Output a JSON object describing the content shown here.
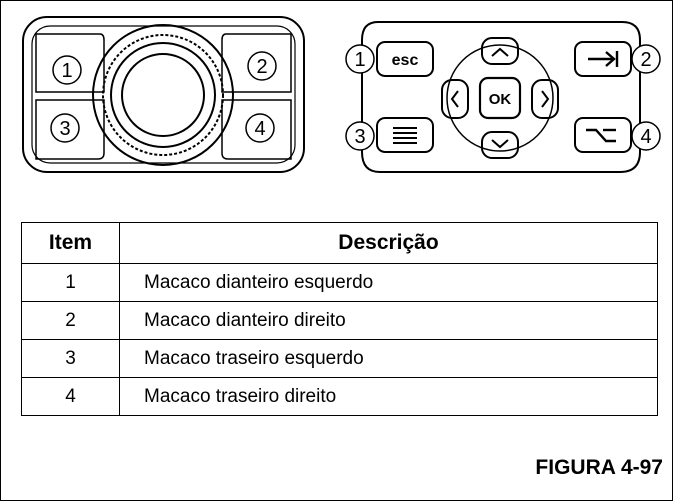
{
  "diagram": {
    "left_callouts": [
      "1",
      "2",
      "3",
      "4"
    ],
    "right_callouts": [
      "1",
      "2",
      "3",
      "4"
    ],
    "keys": {
      "esc": "esc",
      "ok": "OK"
    },
    "icons": {
      "up": "chevron-up-icon",
      "down": "chevron-down-icon",
      "left": "chevron-left-icon",
      "right": "chevron-right-icon",
      "menu": "menu-icon",
      "tab": "tab-arrow-icon",
      "option": "option-key-icon"
    }
  },
  "table": {
    "headers": {
      "item": "Item",
      "description": "Descrição"
    },
    "rows": [
      {
        "item": "1",
        "description": "Macaco dianteiro esquerdo"
      },
      {
        "item": "2",
        "description": "Macaco dianteiro direito"
      },
      {
        "item": "3",
        "description": "Macaco traseiro esquerdo"
      },
      {
        "item": "4",
        "description": "Macaco traseiro direito"
      }
    ]
  },
  "figure_label": "FIGURA 4-97"
}
